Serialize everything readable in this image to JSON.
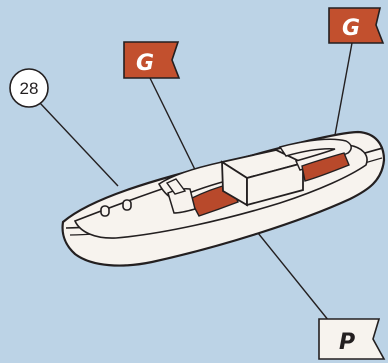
{
  "callout": {
    "number": "28"
  },
  "flags": {
    "left_letter": "G",
    "right_letter": "G",
    "bottom_letter": "P"
  },
  "colors": {
    "background": "#bcd3e6",
    "hull": "#f7f3ee",
    "outline": "#231f20",
    "flag_accent": "#c2502e",
    "deck_accent": "#b8492b",
    "flag_light": "#f7f3ee"
  }
}
